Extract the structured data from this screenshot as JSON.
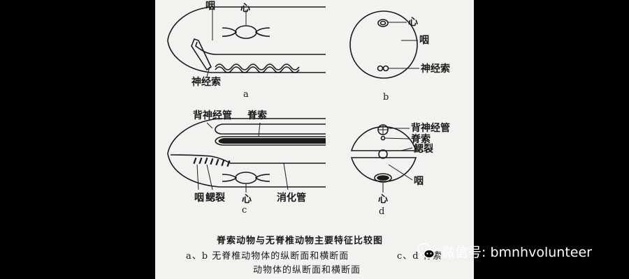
{
  "figure": {
    "labels": {
      "a_pharynx": "咽",
      "a_heart": "心",
      "a_nerve_cord": "神经索",
      "a_letter": "a",
      "b_heart": "心",
      "b_pharynx": "咽",
      "b_nerve_cord": "神经索",
      "b_letter": "b",
      "c_dorsal_nerve_tube": "背神经管",
      "c_notochord": "脊索",
      "c_pharynx": "咽",
      "c_gill_slits": "鳃裂",
      "c_heart": "心",
      "c_digestive_tube": "消化管",
      "c_letter": "c",
      "d_dorsal_nerve_tube": "背神经管",
      "d_notochord": "脊索",
      "d_gill_slits": "鳃裂",
      "d_pharynx": "咽",
      "d_heart": "心",
      "d_letter": "d"
    },
    "caption": {
      "title": "脊索动物与无脊椎动物主要特征比较图",
      "line1_left": "a、b  无脊椎动物体的纵断面和横断面",
      "line1_right": "c、d  脊索",
      "line2": "动物体的纵断面和横断面"
    }
  },
  "watermark": {
    "icon": "wechat-icon",
    "text": "微信号: bmnhvolunteer"
  }
}
